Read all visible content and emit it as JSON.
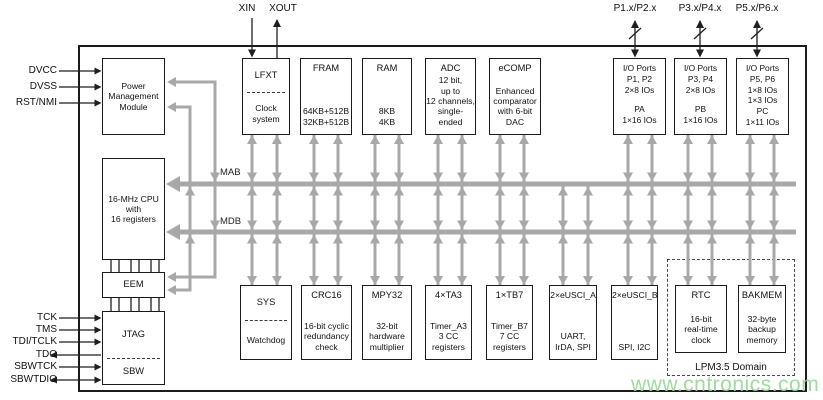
{
  "diagram": {
    "watermark": "www.cntronics.com",
    "lpm_domain_label": "LPM3.5 Domain",
    "buses": {
      "address_bus": "MAB",
      "data_bus": "MDB"
    },
    "pins": {
      "xin": "XIN",
      "xout": "XOUT",
      "port_groups": [
        "P1.x/P2.x",
        "P3.x/P4.x",
        "P5.x/P6.x"
      ],
      "power": [
        "DVCC",
        "DVSS",
        "RST/NMI"
      ],
      "debug": [
        "TCK",
        "TMS",
        "TDI/TCLK",
        "TDO",
        "SBWTCK",
        "SBWTDIO"
      ]
    },
    "blocks": {
      "pmm": {
        "lines": [
          "Power",
          "Management",
          "Module"
        ]
      },
      "cpu": {
        "lines": [
          "16-MHz CPU",
          "with",
          "16 registers"
        ]
      },
      "eem": {
        "title": "EEM"
      },
      "jtag": {
        "title": "JTAG",
        "sub": "SBW"
      },
      "lfxt": {
        "title": "LFXT",
        "body": [
          "Clock",
          "system"
        ]
      },
      "fram": {
        "title": "FRAM",
        "body": [
          "64KB+512B",
          "32KB+512B"
        ]
      },
      "ram": {
        "title": "RAM",
        "body": [
          "8KB",
          "4KB"
        ]
      },
      "adc": {
        "title": "ADC",
        "body": [
          "12 bit,",
          "up to",
          "12 channels,",
          "single-ended"
        ]
      },
      "ecomp": {
        "title": "eCOMP",
        "body": [
          "Enhanced",
          "comparator",
          "with 6-bit",
          "DAC"
        ]
      },
      "io_p12": {
        "lines": [
          "I/O Ports",
          "P1, P2",
          "2×8 IOs",
          "PA",
          "1×16 IOs"
        ]
      },
      "io_p34": {
        "lines": [
          "I/O Ports",
          "P3, P4",
          "2×8 IOs",
          "PB",
          "1×16 IOs"
        ]
      },
      "io_p56": {
        "lines": [
          "I/O Ports",
          "P5, P6",
          "1×8 IOs",
          "1×3 IOs",
          "PC",
          "1×11 IOs"
        ]
      },
      "sys": {
        "title": "SYS",
        "body": [
          "Watchdog"
        ]
      },
      "crc16": {
        "title": "CRC16",
        "body": [
          "16-bit cyclic",
          "redundancy",
          "check"
        ]
      },
      "mpy32": {
        "title": "MPY32",
        "body": [
          "32-bit",
          "hardware",
          "multiplier"
        ]
      },
      "timer_a": {
        "title": "4×TA3",
        "body": [
          "Timer_A3",
          "3 CC",
          "registers"
        ]
      },
      "timer_b": {
        "title": "1×TB7",
        "body": [
          "Timer_B7",
          "7 CC",
          "registers"
        ]
      },
      "eusci_a": {
        "title": "2×eUSCI_A",
        "body": [
          "UART,",
          "IrDA, SPI"
        ]
      },
      "eusci_b": {
        "title": "2×eUSCI_B",
        "body": [
          "SPI, I2C"
        ]
      },
      "rtc": {
        "title": "RTC",
        "body": [
          "16-bit",
          "real-time",
          "clock"
        ]
      },
      "bakmem": {
        "title": "BAKMEM",
        "body": [
          "32-byte",
          "backup",
          "memory"
        ]
      }
    },
    "colors": {
      "wire_gray": "#a8a8a8",
      "watermark_green": "#97d897"
    }
  }
}
